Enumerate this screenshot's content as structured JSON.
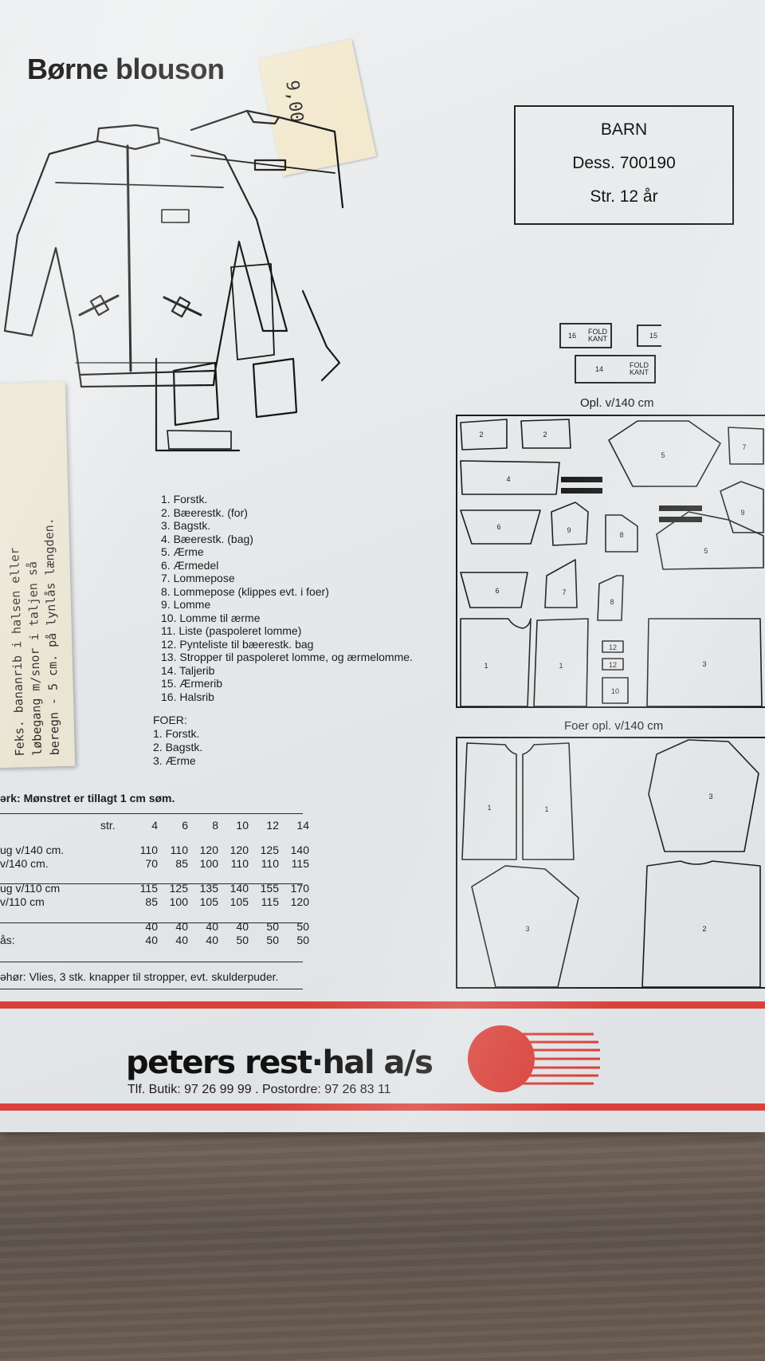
{
  "title": "Børne blouson",
  "price_tag": "9,00",
  "info": {
    "category": "BARN",
    "design": "Dess. 700190",
    "size": "Str. 12 år"
  },
  "note_card_lines": [
    "Feks. bananrib i halsen eller",
    "løbegang m/snor i taljen så",
    "beregn - 5 cm. på lynlås længden."
  ],
  "parts": [
    "1. Forstk.",
    "2. Bæerestk. (for)",
    "3. Bagstk.",
    "4. Bæerestk. (bag)",
    "5. Ærme",
    "6. Ærmedel",
    "7. Lommepose",
    "8. Lommepose (klippes evt. i foer)",
    "9. Lomme",
    "10. Lomme til ærme",
    "11. Liste (paspoleret lomme)",
    "12. Pynteliste til bæerestk. bag",
    "13. Stropper til paspoleret lomme, og ærmelomme.",
    "14. Taljerib",
    "15. Ærmerib",
    "16. Halsrib"
  ],
  "foer": {
    "heading": "FOER:",
    "items": [
      "1. Forstk.",
      "2. Bagstk.",
      "3. Ærme"
    ]
  },
  "note_line": "ərk: Mønstret er tillagt 1 cm søm.",
  "size_table": {
    "header_label": "str.",
    "sizes": [
      "4",
      "6",
      "8",
      "10",
      "12",
      "14"
    ],
    "rows": [
      {
        "label": "ug v/140 cm.",
        "values": [
          "110",
          "110",
          "120",
          "120",
          "125",
          "140"
        ]
      },
      {
        "label": "v/140 cm.",
        "values": [
          "70",
          "85",
          "100",
          "110",
          "110",
          "115"
        ]
      },
      {
        "label": "ug v/110 cm",
        "values": [
          "115",
          "125",
          "135",
          "140",
          "155",
          "170"
        ]
      },
      {
        "label": "v/110 cm",
        "values": [
          "85",
          "100",
          "105",
          "105",
          "115",
          "120"
        ]
      },
      {
        "label": "",
        "values": [
          "40",
          "40",
          "40",
          "40",
          "50",
          "50"
        ]
      },
      {
        "label": "ås:",
        "values": [
          "40",
          "40",
          "40",
          "50",
          "50",
          "50"
        ]
      }
    ]
  },
  "tilbehor": "əhør: Vlies, 3 stk. knapper til stropper, evt. skulderpuder.",
  "layout_label_1": "Opl. v/140 cm",
  "layout_label_2": "Foer opl. v/140 cm",
  "small_pieces": {
    "p16": "16",
    "p15": "15",
    "p14": "14",
    "fold": "FOLD KANT"
  },
  "brand": "peters rest·hal a/s",
  "phone": "Tlf. Butik: 97 26 99 99 . Postordre: 97 26 83 11",
  "colors": {
    "brand_red": "#d9413a",
    "paper": "#e6e9eb",
    "floor": "#6e6259"
  }
}
